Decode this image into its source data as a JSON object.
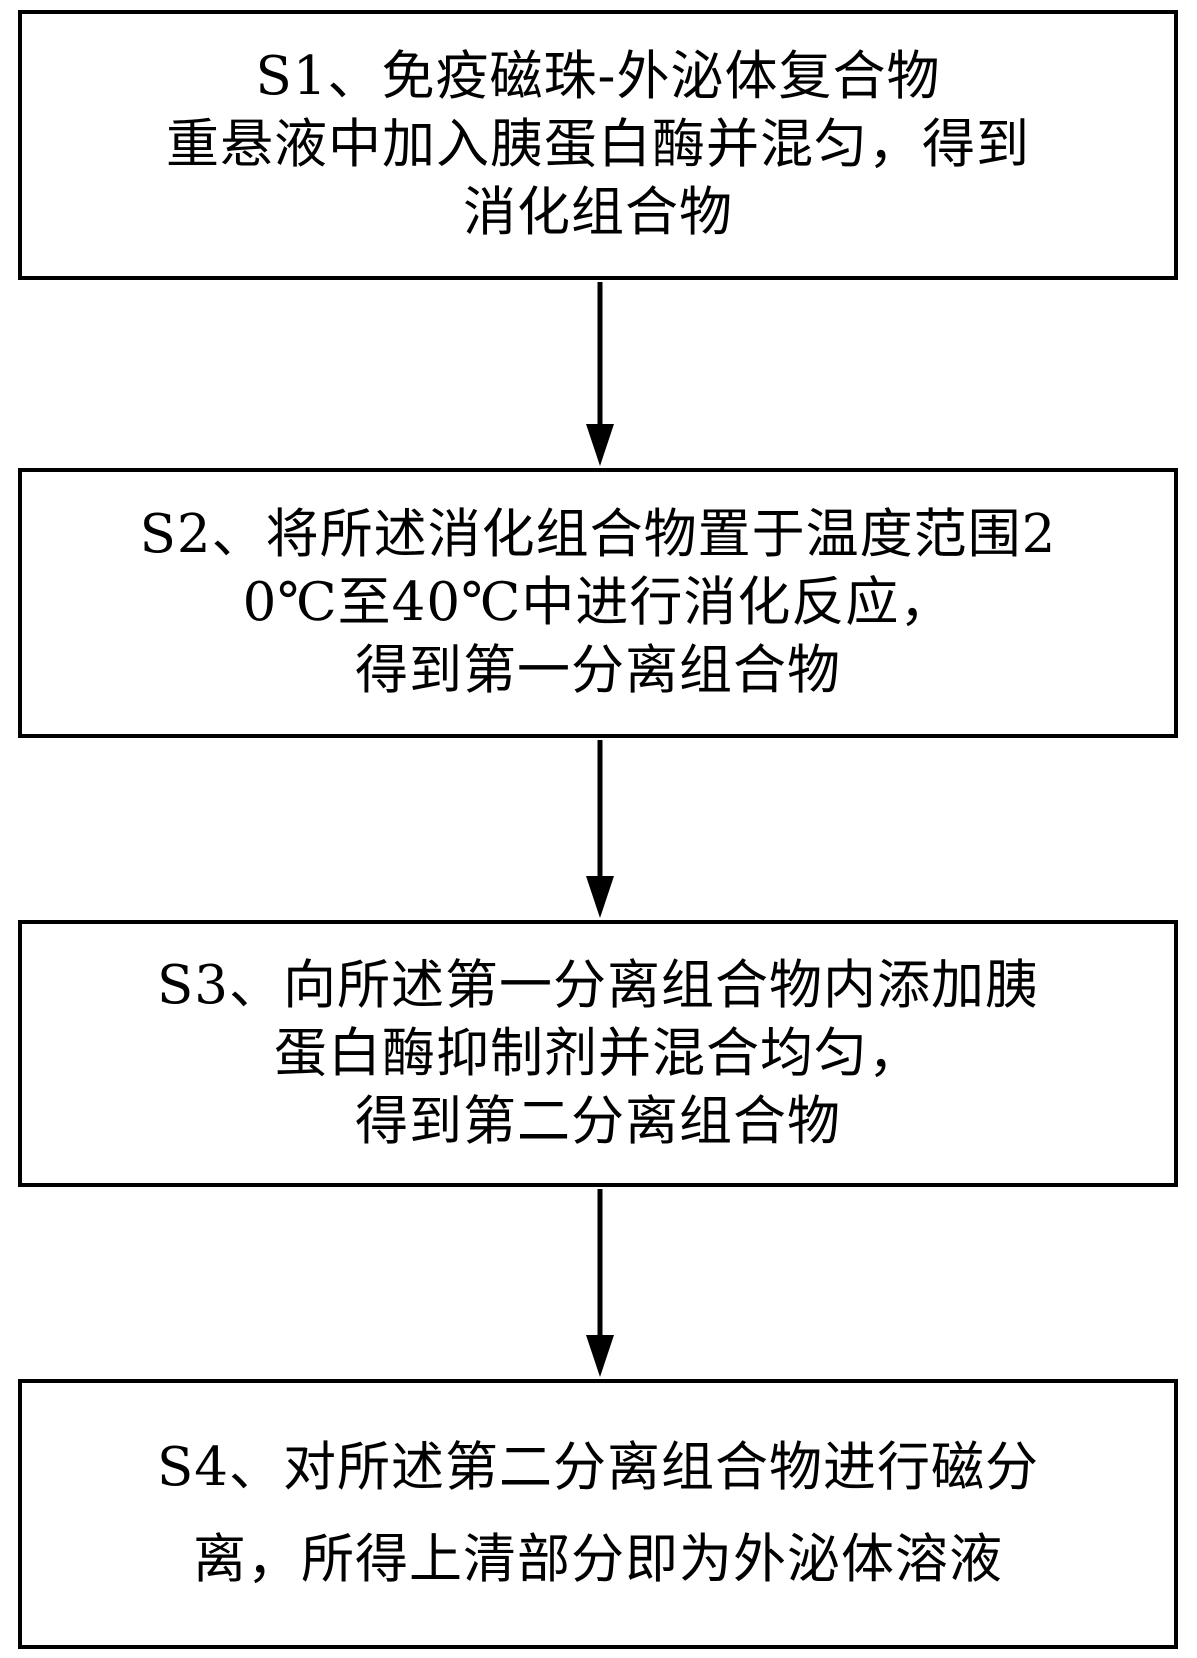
{
  "flowchart": {
    "steps": [
      {
        "id": "S1",
        "lines": [
          "S1、免疫磁珠-外泌体复合物",
          "重悬液中加入胰蛋白酶并混匀，得到",
          "消化组合物"
        ]
      },
      {
        "id": "S2",
        "lines": [
          "S2、将所述消化组合物置于温度范围2",
          "0℃至40℃中进行消化反应，",
          "得到第一分离组合物"
        ]
      },
      {
        "id": "S3",
        "lines": [
          "S3、向所述第一分离组合物内添加胰",
          "蛋白酶抑制剂并混合均匀，",
          "得到第二分离组合物"
        ]
      },
      {
        "id": "S4",
        "lines": [
          "S4、对所述第二分离组合物进行磁分",
          "离，所得上清部分即为外泌体溶液"
        ]
      }
    ],
    "colors": {
      "stroke": "#000000",
      "background": "#ffffff"
    }
  }
}
